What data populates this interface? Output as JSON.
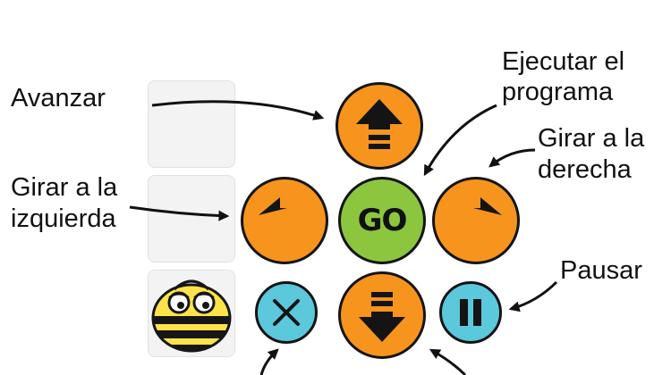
{
  "labels": {
    "forward": "Avanzar",
    "run_line1": "Ejecutar el",
    "run_line2": "programa",
    "turn_right_line1": "Girar a la",
    "turn_right_line2": "derecha",
    "turn_left_line1": "Girar a la",
    "turn_left_line2": "izquierda",
    "pause": "Pausar"
  },
  "buttons": {
    "go_label": "GO"
  },
  "colors": {
    "orange": "#f7941d",
    "green": "#8cc63f",
    "cyan": "#5bc8dc",
    "outline": "#141414",
    "tile": "#f3f3f3"
  },
  "icons": [
    "arrow-up-icon",
    "turn-left-icon",
    "turn-right-icon",
    "arrow-down-icon",
    "clear-x-icon",
    "pause-icon",
    "bee-bot-icon"
  ]
}
